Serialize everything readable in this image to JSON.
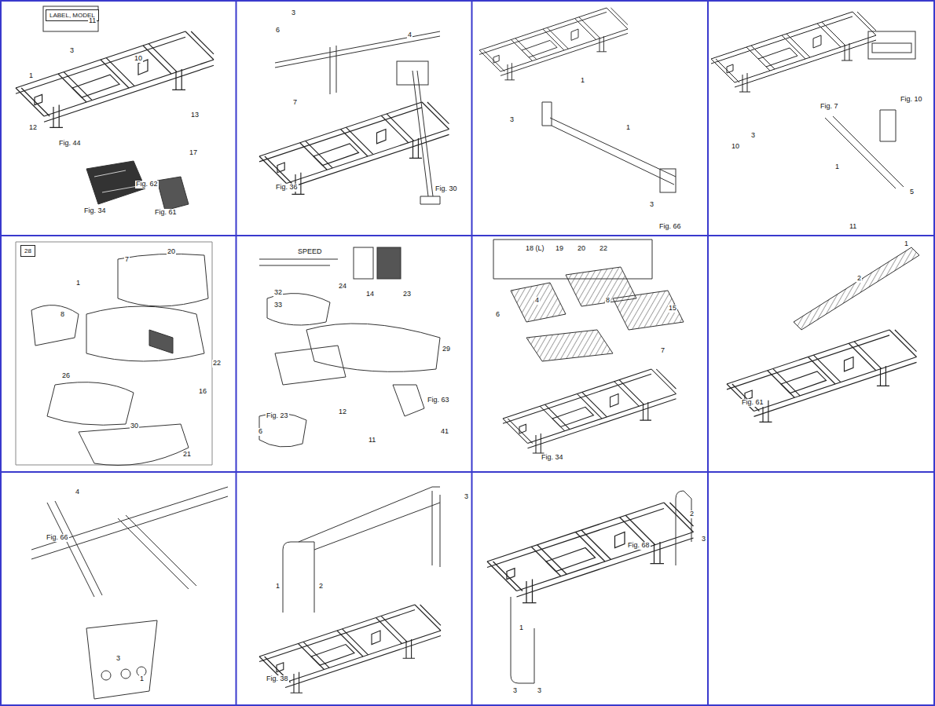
{
  "diagram": {
    "nodes": [
      {
        "text": [
          "LABEL, MODEL"
        ]
      },
      {
        "text": [
          "28"
        ]
      }
    ],
    "labels": [
      "11",
      "3",
      "1",
      "12",
      "10",
      "13",
      "17",
      "Fig. 44",
      "Fig. 62",
      "Fig. 34",
      "Fig. 61",
      "3",
      "6",
      "4",
      "7",
      "Fig. 36",
      "Fig. 30",
      "1",
      "3",
      "1",
      "3",
      "Fig. 66",
      "Fig. 7",
      "Fig. 10",
      "3",
      "10",
      "1",
      "5",
      "11",
      "7",
      "20",
      "1",
      "8",
      "26",
      "16",
      "22",
      "30",
      "21",
      "SPEED",
      "32",
      "33",
      "24",
      "14",
      "23",
      "29",
      "12",
      "Fig. 23",
      "Fig. 63",
      "6",
      "11",
      "41",
      "18 (L)",
      "19",
      "20",
      "22",
      "4",
      "6",
      "8",
      "15",
      "7",
      "Fig. 34",
      "1",
      "2",
      "Fig. 61",
      "4",
      "Fig. 66",
      "3",
      "1",
      "3",
      "1",
      "2",
      "Fig. 38",
      "2",
      "3",
      "Fig. 68",
      "1",
      "3",
      "3"
    ]
  }
}
